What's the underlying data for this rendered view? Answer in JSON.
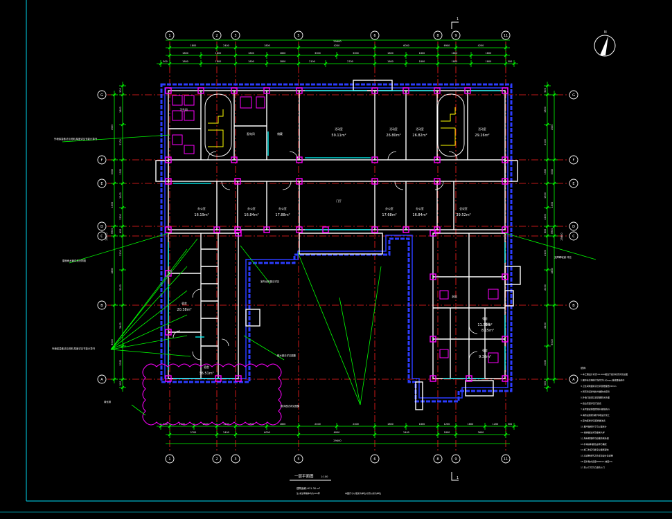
{
  "drawing": {
    "title": "一层平面图",
    "scale": "1:100",
    "area_note": "建筑面积:611.30 m²",
    "note_a": "注:未注明墙体均为200厚",
    "note_b": "本图尺寸以毫米为单位,标高以米为单位"
  },
  "axes": {
    "numbered": [
      {
        "label": "1"
      },
      {
        "label": "2"
      },
      {
        "label": "3"
      },
      {
        "label": "5"
      },
      {
        "label": "6"
      },
      {
        "label": "8"
      },
      {
        "label": "9"
      },
      {
        "label": "11"
      }
    ],
    "lettered": [
      {
        "label": "G"
      },
      {
        "label": "F"
      },
      {
        "label": "E"
      },
      {
        "label": "D"
      },
      {
        "label": "C"
      },
      {
        "label": "B"
      },
      {
        "label": "A"
      }
    ]
  },
  "dimensions": {
    "top_outer": [
      "1800",
      "2400",
      "1800",
      "4200",
      "6000",
      "6900",
      "4200",
      "1800"
    ],
    "top_total": "29400",
    "bottom_outer": [
      "5700",
      "2400",
      "6000",
      "6000",
      "2400",
      "1800",
      "3600"
    ],
    "bottom_total": "29400",
    "left_side": [
      "1500",
      "3300",
      "1500",
      "3900",
      "4800",
      "6000",
      "4800"
    ],
    "right_side": [
      "1500",
      "3300",
      "1500",
      "3900",
      "4800",
      "6000",
      "4800"
    ],
    "left_total": "25800",
    "right_total": "25800"
  },
  "rooms": [
    {
      "name": "活动室",
      "area": "59.11m²"
    },
    {
      "name": "活动室",
      "area": "26.80m²"
    },
    {
      "name": "活动室",
      "area": "26.82m²"
    },
    {
      "name": "活动室",
      "area": "29.26m²"
    },
    {
      "name": "办公室",
      "area": "16.19m²"
    },
    {
      "name": "办公室",
      "area": "16.84m²"
    },
    {
      "name": "办公室",
      "area": "17.88m²"
    },
    {
      "name": "门厅",
      "area": ""
    },
    {
      "name": "办公室",
      "area": "17.68m²"
    },
    {
      "name": "办公室",
      "area": "16.84m²"
    },
    {
      "name": "会议室",
      "area": "39.52m²"
    },
    {
      "name": "宿舍",
      "area": "20.38m²"
    },
    {
      "name": "宿舍",
      "area": "36.51m²"
    },
    {
      "name": "宿舍",
      "area": "11.59m²"
    },
    {
      "name": "宿舍",
      "area": "8.15m²"
    },
    {
      "name": "宿舍",
      "area": "9.38m²"
    },
    {
      "name": "卫生间",
      "area": ""
    },
    {
      "name": "淋浴",
      "area": ""
    },
    {
      "name": "配电间",
      "area": ""
    },
    {
      "name": "储藏",
      "area": ""
    }
  ],
  "callouts": [
    {
      "text": "外墙保温做法见说明,厚度详见节能计算书"
    },
    {
      "text": "屋面雨水管详见大样图"
    },
    {
      "text": "无障碍坡道 详见"
    },
    {
      "text": "室外台阶做法详见"
    },
    {
      "text": "散水做法详见图集"
    },
    {
      "text": "绿化带"
    }
  ],
  "notes": {
    "heading": "说明:",
    "lines": [
      "1.本工程设计标高±0.000相当于绝对标高详见总图",
      "2.图中未注明的门垛均为100mm,墙体居轴线中",
      "3.卫生间地面标高比同层楼面低20mm",
      "4.所有管道穿墙处均做防水套管",
      "5.外墙门窗洞口四周做防水处理",
      "6.窗台高度详见门窗表",
      "7.未尽事宜按国家现行规范执行",
      "8.消防设施按消防专项设计施工",
      "9.室内装修详见装修做法表",
      "10.图中轴线尺寸均以毫米计",
      "11.楼梯做法详见楼梯大样",
      "12.所有预埋件均应做防锈处理",
      "13.外墙涂料颜色由甲方确定",
      "14.施工时应与各专业图纸配合",
      "15.本说明未尽之处详见设计总说明",
      "16.室外散水宽度800mm,坡度4%",
      "17.防火门均为乙级防火门"
    ]
  },
  "section_mark": "1",
  "colors": {
    "background": "#000000",
    "frame": "#00b4c8",
    "axis": "#ff2020",
    "wall": "#ffffff",
    "wall_blue": "#2b3cff",
    "column": "#ff00ff",
    "dimension": "#00ff00",
    "text": "#ffffff",
    "window": "#00ffff",
    "stair": "#ffff00",
    "landscape": "#ff00ff"
  }
}
